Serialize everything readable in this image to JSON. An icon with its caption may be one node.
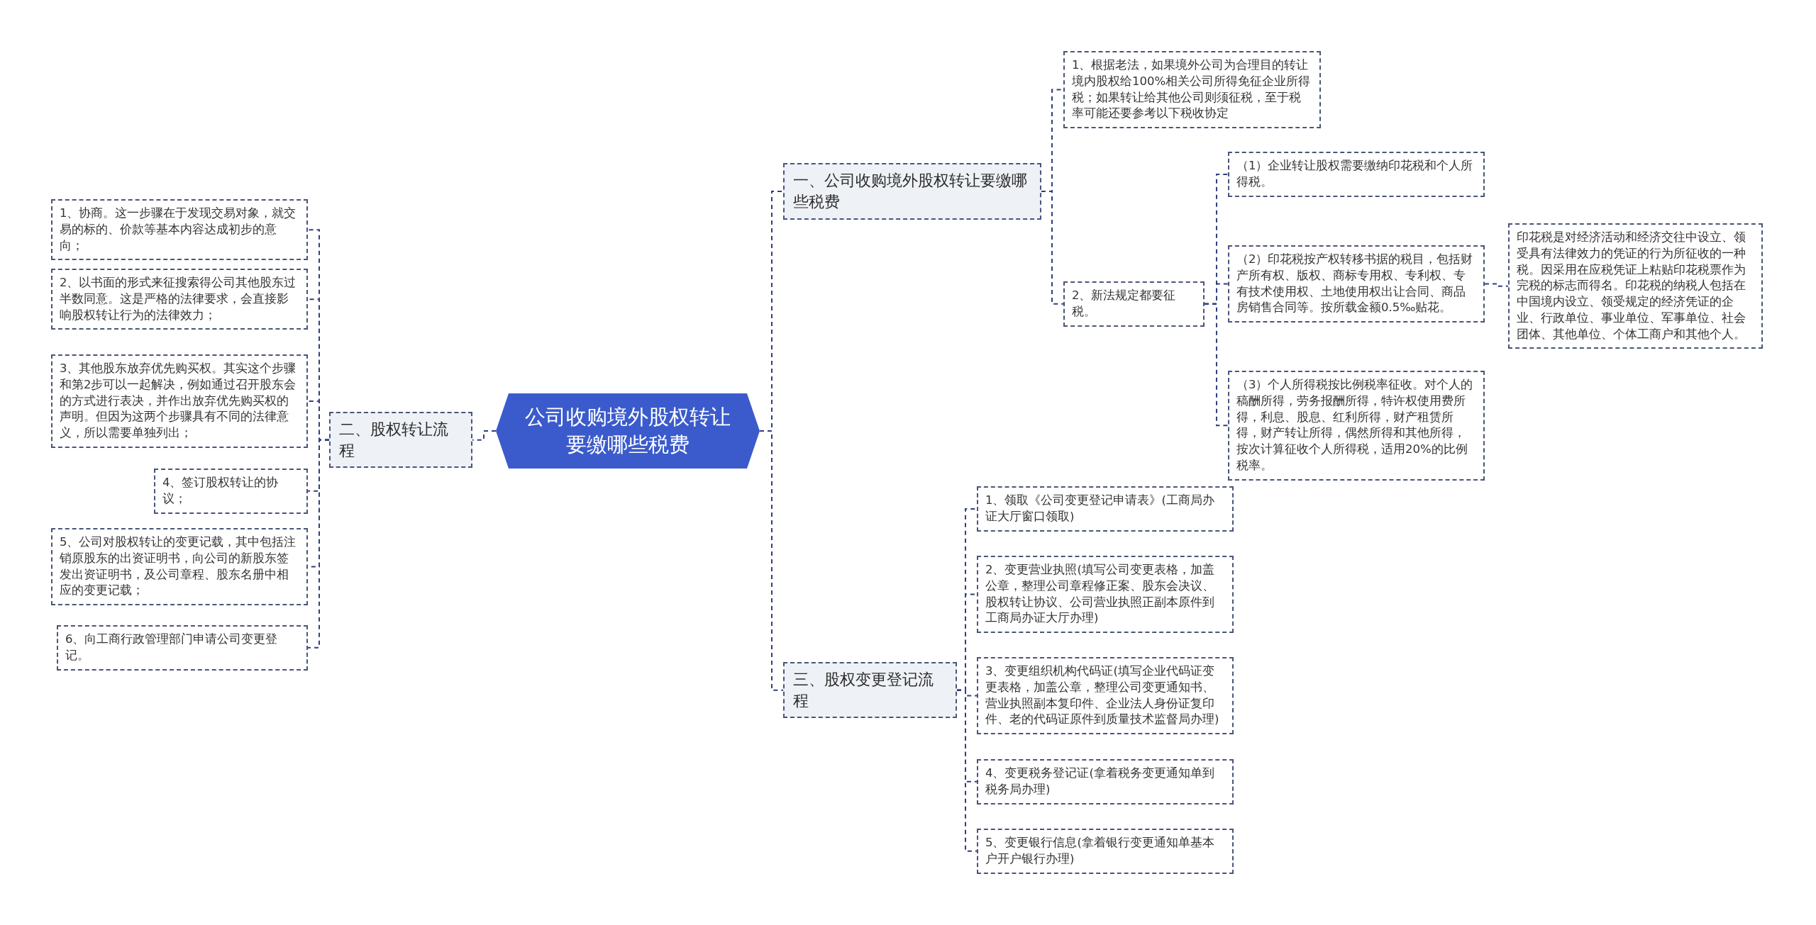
{
  "diagram": {
    "nodes": [
      {
        "text": [
          "公司收购境外股权转让要缴哪些税费"
        ]
      },
      {
        "text": [
          "一、公司收购境外股权转让要缴哪些税费"
        ]
      },
      {
        "text": [
          "1、根据老法，如果境外公司为合理目的转让境内股权给100%相关公司所得免征企业所得税；如果转让给其他公司则须征税，至于税率可能还要参考以下税收协定"
        ]
      },
      {
        "text": [
          "2、新法规定都要征税。"
        ]
      },
      {
        "text": [
          "（1）企业转让股权需要缴纳印花税和个人所得税。"
        ]
      },
      {
        "text": [
          "（2）印花税按产权转移书据的税目，包括财产所有权、版权、商标专用权、专利权、专有技术使用权、土地使用权出让合同、商品房销售合同等。按所载金额0.5‰贴花。"
        ]
      },
      {
        "text": [
          "印花税是对经济活动和经济交往中设立、领受具有法律效力的凭证的行为所征收的一种税。因采用在应税凭证上粘贴印花税票作为完税的标志而得名。印花税的纳税人包括在中国境内设立、领受规定的经济凭证的企业、行政单位、事业单位、军事单位、社会团体、其他单位、个体工商户和其他个人。"
        ]
      },
      {
        "text": [
          "（3）个人所得税按比例税率征收。对个人的稿酬所得，劳务报酬所得，特许权使用费所得，利息、股息、红利所得，财产租赁所得，财产转让所得，偶然所得和其他所得，按次计算征收个人所得税，适用20%的比例税率。"
        ]
      },
      {
        "text": [
          "二、股权转让流程"
        ]
      },
      {
        "text": [
          "1、协商。这一步骤在于发现交易对象，就交易的标的、价款等基本内容达成初步的意向；"
        ]
      },
      {
        "text": [
          "2、以书面的形式来征搜索得公司其他股东过半数同意。这是严格的法律要求，会直接影响股权转让行为的法律效力；"
        ]
      },
      {
        "text": [
          "3、其他股东放弃优先购买权。其实这个步骤和第2步可以一起解决，例如通过召开股东会的方式进行表决，并作出放弃优先购买权的声明。但因为这两个步骤具有不同的法律意义，所以需要单独列出；"
        ]
      },
      {
        "text": [
          "4、签订股权转让的协议；"
        ]
      },
      {
        "text": [
          "5、公司对股权转让的变更记载，其中包括注销原股东的出资证明书，向公司的新股东签发出资证明书，及公司章程、股东名册中相应的变更记载；"
        ]
      },
      {
        "text": [
          "6、向工商行政管理部门申请公司变更登记。"
        ]
      },
      {
        "text": [
          "三、股权变更登记流程"
        ]
      },
      {
        "text": [
          "1、领取《公司变更登记申请表》(工商局办证大厅窗口领取)"
        ]
      },
      {
        "text": [
          "2、变更营业执照(填写公司变更表格，加盖公章，整理公司章程修正案、股东会决议、股权转让协议、公司营业执照正副本原件到工商局办证大厅办理)"
        ]
      },
      {
        "text": [
          "3、变更组织机构代码证(填写企业代码证变更表格，加盖公章，整理公司变更通知书、营业执照副本复印件、企业法人身份证复印件、老的代码证原件到质量技术监督局办理)"
        ]
      },
      {
        "text": [
          "4、变更税务登记证(拿着税务变更通知单到税务局办理)"
        ]
      },
      {
        "text": [
          "5、变更银行信息(拿着银行变更通知单基本户开户银行办理)"
        ]
      }
    ],
    "edges": [
      {
        "from": 0,
        "to": 1,
        "arrow": "none"
      },
      {
        "from": 0,
        "to": 8,
        "arrow": "none"
      },
      {
        "from": 0,
        "to": 15,
        "arrow": "none"
      },
      {
        "from": 1,
        "to": 2,
        "arrow": "none"
      },
      {
        "from": 1,
        "to": 3,
        "arrow": "none"
      },
      {
        "from": 3,
        "to": 4,
        "arrow": "none"
      },
      {
        "from": 3,
        "to": 5,
        "arrow": "none"
      },
      {
        "from": 3,
        "to": 7,
        "arrow": "none"
      },
      {
        "from": 5,
        "to": 6,
        "arrow": "none"
      },
      {
        "from": 8,
        "to": 9,
        "arrow": "none"
      },
      {
        "from": 8,
        "to": 10,
        "arrow": "none"
      },
      {
        "from": 8,
        "to": 11,
        "arrow": "none"
      },
      {
        "from": 8,
        "to": 12,
        "arrow": "none"
      },
      {
        "from": 8,
        "to": 13,
        "arrow": "none"
      },
      {
        "from": 8,
        "to": 14,
        "arrow": "none"
      },
      {
        "from": 15,
        "to": 16,
        "arrow": "none"
      },
      {
        "from": 15,
        "to": 17,
        "arrow": "none"
      },
      {
        "from": 15,
        "to": 18,
        "arrow": "none"
      },
      {
        "from": 15,
        "to": 19,
        "arrow": "none"
      },
      {
        "from": 15,
        "to": 20,
        "arrow": "none"
      }
    ]
  }
}
